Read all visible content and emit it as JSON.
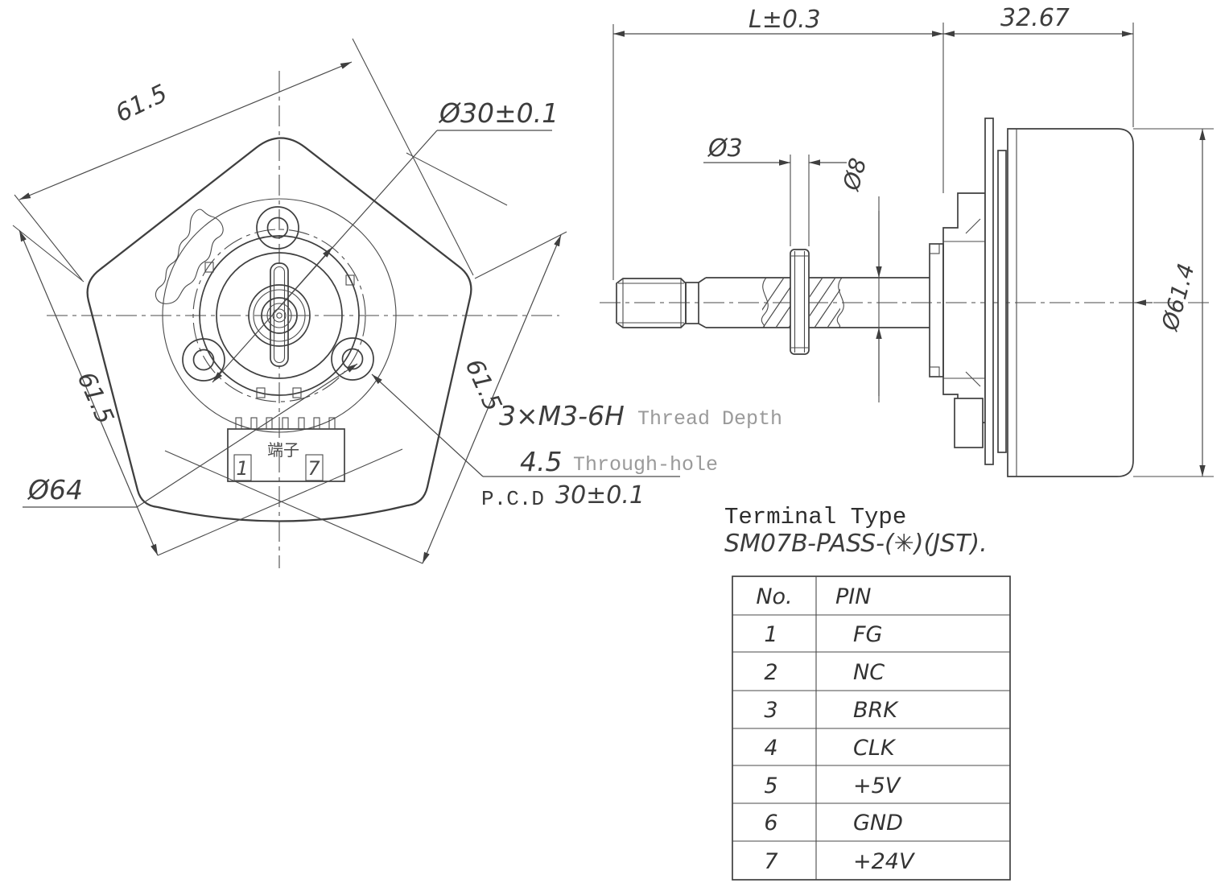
{
  "drawing": {
    "front_view": {
      "dim_side_top": "61.5",
      "dim_side_left": "61.5",
      "dim_side_right": "61.5",
      "dim_pitch_circle": "Ø30±0.1",
      "dim_outer_dia": "Ø64",
      "note_thread_spec": "3×M3-6H",
      "note_thread_label": "Thread Depth",
      "note_hole_depth": "4.5",
      "note_hole_label": "Through-hole",
      "note_pcd_prefix": "P.C.D",
      "note_pcd_value": "30±0.1",
      "connector_label": "端子",
      "connector_pin_first": "1",
      "connector_pin_last": "7"
    },
    "side_view": {
      "dim_length": "L±0.3",
      "dim_rear_length": "32.67",
      "dim_pin_dia": "Ø3",
      "dim_shaft_dia": "Ø8",
      "dim_body_dia": "Ø61.4"
    },
    "terminal": {
      "title": "Terminal Type",
      "part_number": "SM07B-PASS-(✳)(JST).",
      "col_no": "No.",
      "col_pin": "PIN",
      "rows": [
        {
          "no": "1",
          "pin": "FG"
        },
        {
          "no": "2",
          "pin": "NC"
        },
        {
          "no": "3",
          "pin": "BRK"
        },
        {
          "no": "4",
          "pin": "CLK"
        },
        {
          "no": "5",
          "pin": "+5V"
        },
        {
          "no": "6",
          "pin": "GND"
        },
        {
          "no": "7",
          "pin": "+24V"
        }
      ]
    }
  }
}
